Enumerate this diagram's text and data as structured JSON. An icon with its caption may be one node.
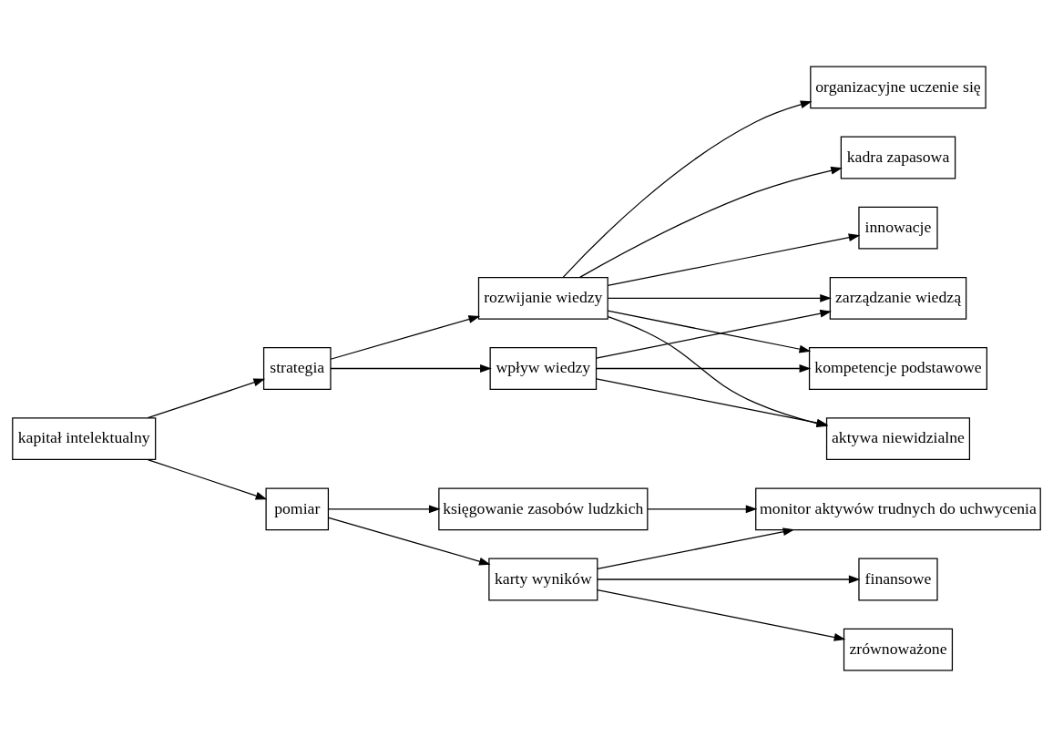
{
  "diagram": {
    "nodes": [
      {
        "text": [
          "kapitał intelektualny"
        ]
      },
      {
        "text": [
          "strategia"
        ]
      },
      {
        "text": [
          "pomiar"
        ]
      },
      {
        "text": [
          "rozwijanie wiedzy"
        ]
      },
      {
        "text": [
          "wpływ wiedzy"
        ]
      },
      {
        "text": [
          "księgowanie zasobów ludzkich"
        ]
      },
      {
        "text": [
          "karty wyników"
        ]
      },
      {
        "text": [
          "organizacyjne uczenie się"
        ]
      },
      {
        "text": [
          "kadra zapasowa"
        ]
      },
      {
        "text": [
          "innowacje"
        ]
      },
      {
        "text": [
          "zarządzanie wiedzą"
        ]
      },
      {
        "text": [
          "kompetencje podstawowe"
        ]
      },
      {
        "text": [
          "aktywa niewidzialne"
        ]
      },
      {
        "text": [
          "monitor aktywów trudnych do uchwycenia"
        ]
      },
      {
        "text": [
          "zrównoważone"
        ]
      },
      {
        "text": [
          "finansowe"
        ]
      }
    ],
    "edges": [
      {
        "from": 0,
        "to": 1,
        "arrow": "to"
      },
      {
        "from": 0,
        "to": 2,
        "arrow": "to"
      },
      {
        "from": 1,
        "to": 3,
        "arrow": "to"
      },
      {
        "from": 1,
        "to": 4,
        "arrow": "to"
      },
      {
        "from": 2,
        "to": 5,
        "arrow": "to"
      },
      {
        "from": 2,
        "to": 6,
        "arrow": "to"
      },
      {
        "from": 3,
        "to": 7,
        "arrow": "to"
      },
      {
        "from": 3,
        "to": 8,
        "arrow": "to"
      },
      {
        "from": 3,
        "to": 9,
        "arrow": "to"
      },
      {
        "from": 3,
        "to": 10,
        "arrow": "to"
      },
      {
        "from": 3,
        "to": 11,
        "arrow": "to"
      },
      {
        "from": 3,
        "to": 12,
        "arrow": "to"
      },
      {
        "from": 4,
        "to": 10,
        "arrow": "to"
      },
      {
        "from": 4,
        "to": 11,
        "arrow": "to"
      },
      {
        "from": 4,
        "to": 12,
        "arrow": "to"
      },
      {
        "from": 5,
        "to": 13,
        "arrow": "to"
      },
      {
        "from": 6,
        "to": 13,
        "arrow": "to"
      },
      {
        "from": 6,
        "to": 14,
        "arrow": "to"
      },
      {
        "from": 6,
        "to": 15,
        "arrow": "to"
      }
    ]
  }
}
